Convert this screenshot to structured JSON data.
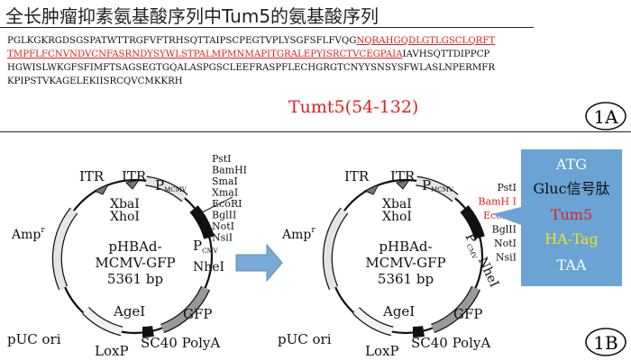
{
  "title": "全长肿瘤抑素氨基酸序列中Tum5的氨基酸序列",
  "sequence": {
    "line1_pre": "PGLKGKRGDSGSPATWTTRGFVFTRHSQTTAIPSCPEGTVPLYSGFSFLFVQG",
    "line1_red": "NQRAHGQDLGTLGSCLQRFT",
    "line2_red": "TMPFLFCNVNDVCNFASRNDYSYWLSTPALMPMNMAPITGRALEPYISRCTVCEGPAIA",
    "line2_post": "IAVHSQTTDIPPCP",
    "line3": "HGWISLWKGFSFIMFTSAGSEGTGQALASPGSCLEEFRASPFLECHGRGTCNYYSNSYSFWLASLNPERMFR",
    "line4": "KPIPSTVKAGELEKIISRCQVCMKKRH"
  },
  "tumt5_label": "Tumt5(54-132)",
  "panel_a_tag": "1A",
  "panel_b_tag": "1B",
  "plasmid_left": {
    "name_line1": "pHBAd-",
    "name_line2": "MCMV-GFP",
    "name_line3": "5361 bp",
    "itr1": "ITR",
    "itr2": "ITR",
    "pmcmv_main": "P",
    "pmcmv_sub": "MCMV",
    "pcmv_main": "P",
    "pcmv_sub": "CMV",
    "amp_main": "Amp",
    "amp_sup": "r",
    "xbai": "XbaI",
    "xhoi": "XhoI",
    "nhei": "NheI",
    "agei": "AgeI",
    "gfp": "GFP",
    "loxp": "LoxP",
    "sc40": "SC40 PolyA",
    "puc": "pUC ori",
    "sites": [
      "PstI",
      "BamHI",
      "SmaI",
      "XmaI",
      "EcoRI",
      "BglII",
      "NotI",
      "NsiI"
    ]
  },
  "plasmid_right": {
    "name_line1": "pHBAd-",
    "name_line2": "MCMV-GFP",
    "name_line3": "5361 bp",
    "itr1": "ITR",
    "itr2": "ITR",
    "pmcmv_main": "P",
    "pmcmv_sub": "MCMV",
    "pcmv_main": "P",
    "pcmv_sub": "CMV",
    "amp_main": "Amp",
    "amp_sup": "r",
    "xbai": "XbaI",
    "xhoi": "XhoI",
    "nhei": "NheI",
    "agei": "AgeI",
    "gfp": "GFP",
    "loxp": "LoxP",
    "sc40": "SC40 PolyA",
    "puc": "pUC ori",
    "sites": [
      "PstI",
      "BamH I",
      "EcoR I",
      "BglII",
      "NotI",
      "NsiI"
    ],
    "site_colors": [
      "#111111",
      "#e0201e",
      "#e0201e",
      "#111111",
      "#111111",
      "#111111"
    ]
  },
  "insert_box": {
    "items": [
      "ATG",
      "Gluc信号肽",
      "Tum5",
      "HA-Tag",
      "TAA"
    ],
    "colors": [
      "#ffffff",
      "#111111",
      "#e0201e",
      "#f5e21c",
      "#ffffff"
    ],
    "background": "#6aa3d4"
  },
  "colors": {
    "red": "#e0201e",
    "arrow_blue": "#7aaad6",
    "box_blue": "#6aa3d4"
  }
}
